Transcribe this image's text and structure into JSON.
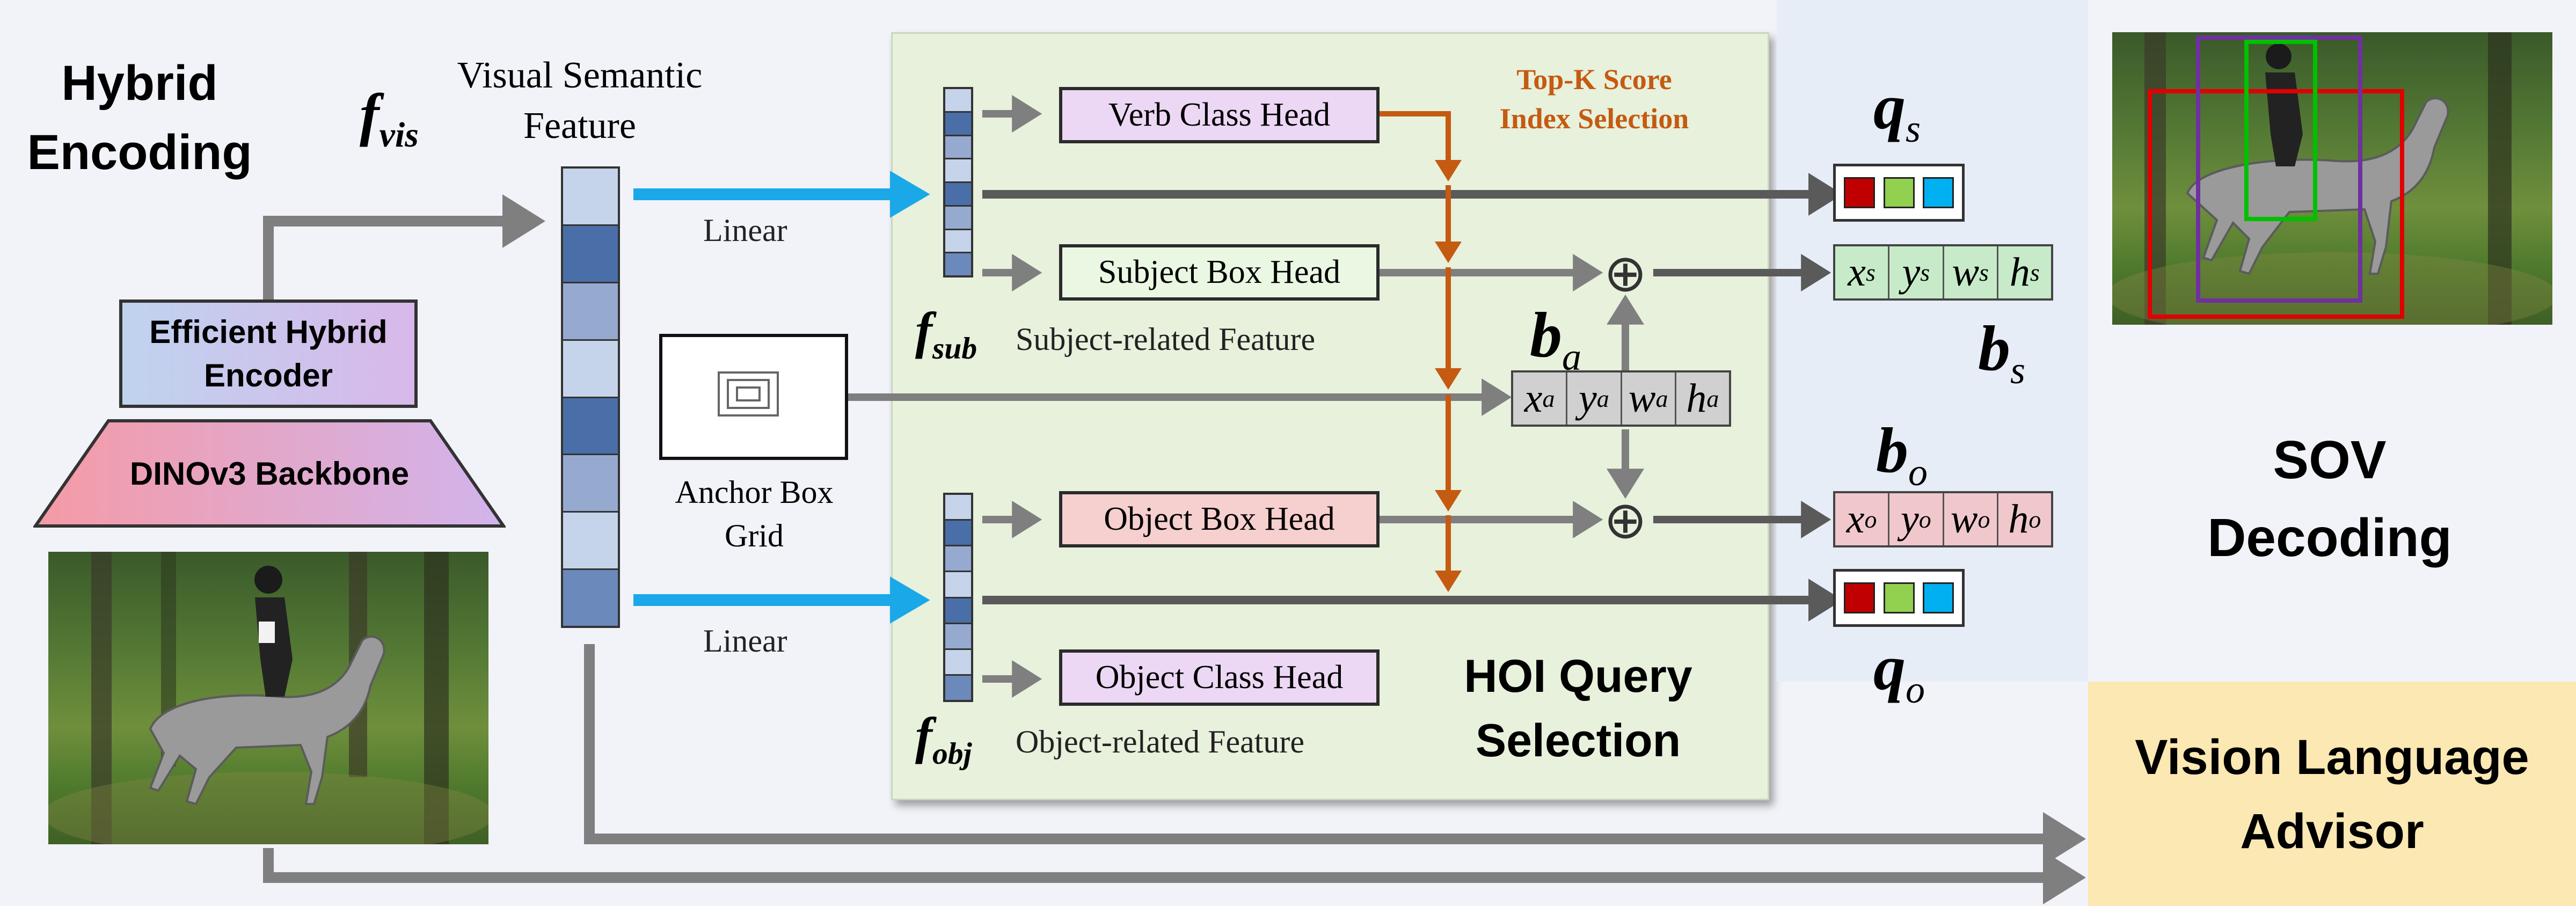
{
  "colors": {
    "background": "#f1f3f9",
    "query_panel": "#e7f1dc",
    "sov_panel": "#e6edf7",
    "advisor_panel": "#fce8b2",
    "arrow_gray": "#7f7f7f",
    "arrow_cyan": "#1aa8e8",
    "arrow_orange": "#c55a11",
    "verb_head": "#ecd8f5",
    "subject_head": "#e9f7e3",
    "object_head": "#f6cfcf",
    "object_class_head": "#ecd8f5",
    "feature_dark": "#4a6fa8",
    "feature_light": "#c5d4ea",
    "coord_gray": "#d0d0d0",
    "coord_green": "#c7ebc9",
    "coord_pink": "#f0c8cc",
    "token_red": "#c00000",
    "token_green": "#92d050",
    "token_blue": "#00b0f0"
  },
  "icons": [
    "plus-circle-icon",
    "anchor-box-icon"
  ],
  "sections": {
    "hybrid_encoding": "Hybrid\nEncoding",
    "hoi_query_selection": "HOI Query\nSelection",
    "sov_decoding": "SOV\nDecoding",
    "vision_language_advisor": "Vision Language\nAdvisor"
  },
  "encoder": {
    "efficient_hybrid_encoder": "Efficient Hybrid\nEncoder",
    "backbone": "DINOv3 Backbone"
  },
  "features": {
    "f_vis_symbol": "f",
    "f_vis_sub": "vis",
    "f_vis_label": "Visual Semantic\nFeature",
    "f_sub_symbol": "f",
    "f_sub_sub": "sub",
    "f_sub_label": "Subject-related Feature",
    "f_obj_symbol": "f",
    "f_obj_sub": "obj",
    "f_obj_label": "Object-related Feature"
  },
  "linear_top": "Linear",
  "linear_bottom": "Linear",
  "anchor_box_label": "Anchor Box\nGrid",
  "heads": {
    "verb_class": "Verb Class Head",
    "subject_box": "Subject Box Head",
    "object_box": "Object Box Head",
    "object_class": "Object Class Head"
  },
  "topk_label": "Top-K Score\nIndex Selection",
  "anchor_coords": {
    "symbol": "b",
    "sub": "a",
    "cells": [
      [
        "x",
        "a"
      ],
      [
        "y",
        "a"
      ],
      [
        "w",
        "a"
      ],
      [
        "h",
        "a"
      ]
    ]
  },
  "subject_coords": {
    "symbol": "b",
    "sub": "s",
    "cells": [
      [
        "x",
        "s"
      ],
      [
        "y",
        "s"
      ],
      [
        "w",
        "s"
      ],
      [
        "h",
        "s"
      ]
    ]
  },
  "object_coords": {
    "symbol": "b",
    "sub": "o",
    "cells": [
      [
        "x",
        "o"
      ],
      [
        "y",
        "o"
      ],
      [
        "w",
        "o"
      ],
      [
        "h",
        "o"
      ]
    ]
  },
  "q_s": {
    "symbol": "q",
    "sub": "s"
  },
  "q_o": {
    "symbol": "q",
    "sub": "o"
  },
  "plus_symbol": "⊕"
}
